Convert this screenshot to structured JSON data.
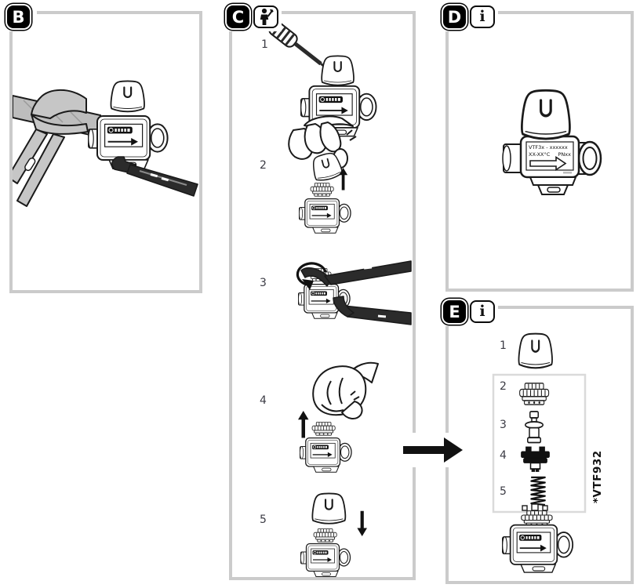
{
  "colors": {
    "panel_border": "#cbcbcb",
    "inner_box_border": "#dadada",
    "badge_bg": "#000000",
    "badge_text": "#ffffff",
    "step_number": "#3b3b44",
    "line_art": "#1a1a1a",
    "tool_grey": "#c6c6c6",
    "tool_dark": "#2b2b2b",
    "pipe_grey": "#bdbdbd"
  },
  "panels": {
    "b": {
      "badge": "B"
    },
    "c": {
      "badge": "C",
      "icon": "installer-icon",
      "steps": [
        {
          "num": "1"
        },
        {
          "num": "2"
        },
        {
          "num": "3"
        },
        {
          "num": "4"
        },
        {
          "num": "5"
        }
      ]
    },
    "d": {
      "badge": "D",
      "icon": "info-icon",
      "icon_char": "i",
      "valve_label": {
        "line1": "VTF3x - xxxxxx",
        "temp": "XX-XX°C",
        "pn": "PNxx"
      }
    },
    "e": {
      "badge": "E",
      "icon": "info-icon",
      "icon_char": "i",
      "kit_label": "*VTF932",
      "parts": [
        {
          "num": "1"
        },
        {
          "num": "2"
        },
        {
          "num": "3"
        },
        {
          "num": "4"
        },
        {
          "num": "5"
        }
      ]
    }
  }
}
